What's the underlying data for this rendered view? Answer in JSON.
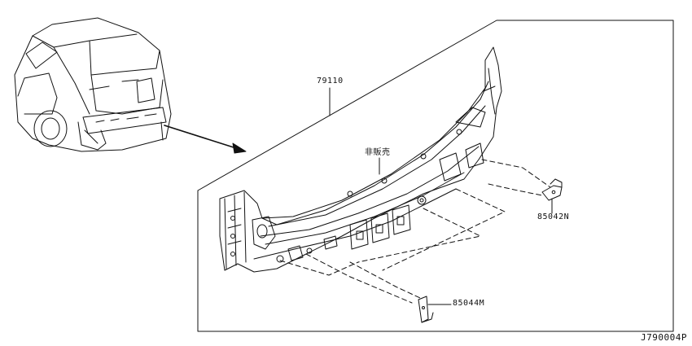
{
  "labels": {
    "part_main": "79110",
    "note_not_sold": "非販売",
    "part_bracket_right": "85042N",
    "part_bracket_bottom": "85044M"
  },
  "diagram_id": "J790004P"
}
